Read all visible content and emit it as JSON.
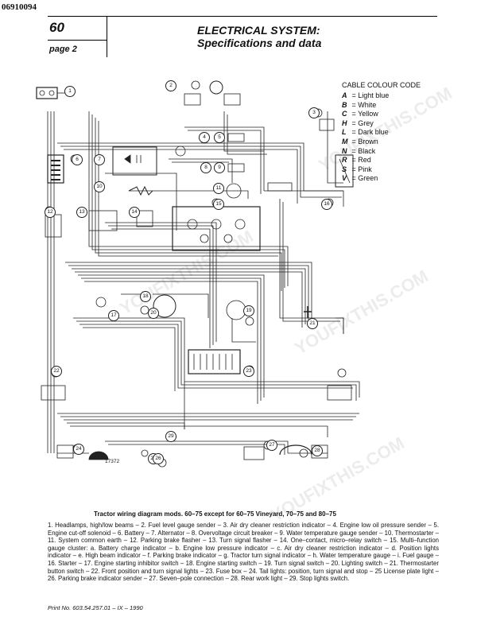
{
  "doc_id": "06910094",
  "header": {
    "section_number": "60",
    "page_label": "page 2",
    "title_line1": "ELECTRICAL SYSTEM:",
    "title_line2": "Specifications and data"
  },
  "cable_colour_code": {
    "title": "CABLE COLOUR CODE",
    "items": [
      {
        "code": "A",
        "colour": "Light blue"
      },
      {
        "code": "B",
        "colour": "White"
      },
      {
        "code": "C",
        "colour": "Yellow"
      },
      {
        "code": "H",
        "colour": "Grey"
      },
      {
        "code": "L",
        "colour": "Dark blue"
      },
      {
        "code": "M",
        "colour": "Brown"
      },
      {
        "code": "N",
        "colour": "Black"
      },
      {
        "code": "R",
        "colour": "Red"
      },
      {
        "code": "S",
        "colour": "Pink"
      },
      {
        "code": "V",
        "colour": "Green"
      }
    ]
  },
  "diagram": {
    "drawing_number": "17372",
    "component_labels": [
      "1",
      "2",
      "3",
      "4",
      "5",
      "6",
      "7",
      "8",
      "9",
      "10",
      "11",
      "12",
      "13",
      "14",
      "15",
      "16",
      "17",
      "18",
      "19",
      "20",
      "21",
      "22",
      "23",
      "24",
      "25",
      "26",
      "27",
      "28",
      "29"
    ]
  },
  "caption": {
    "title": "Tractor wiring diagram",
    "subtitle": "mods. 60–75 except for 60–75 Vineyard, 70–75 and 80–75"
  },
  "legend_text": "1. Headlamps, high/low beams – 2. Fuel level gauge sender – 3. Air dry cleaner restriction indicator – 4. Engine low oil pressure sender – 5. Engine cut-off solenoid – 6. Battery – 7. Alternator – 8. Overvoltage circuit breaker – 9. Water temperature gauge sender – 10. Thermostarter – 11. System common earth – 12. Parking brake flasher – 13. Turn signal flasher – 14. One–contact, micro–relay switch – 15. Multi–function gauge cluster: a. Battery charge indicator – b. Engine low pressure indicator – c. Air dry cleaner restriction indicator – d. Position lights indicator – e. High beam indicator – f. Parking brake indicator – g. Tractor turn signal indicator – h. Water temperature gauge – i. Fuel gauge – 16. Starter – 17. Engine starting inhibitor switch – 18. Engine starting switch – 19. Turn signal switch – 20. Lighting switch – 21. Thermostarter button switch – 22. Front position and turn signal lights – 23. Fuse box – 24. Tail lights: position, turn signal and stop – 25 License plate light – 26. Parking brake indicator sender – 27. Seven–pole connection – 28. Rear work light – 29. Stop lights switch.",
  "footer": {
    "print_number": "Print No. 603.54.257.01 – IX – 1990"
  },
  "watermark": {
    "text": "YOUFIXTHIS.COM"
  }
}
